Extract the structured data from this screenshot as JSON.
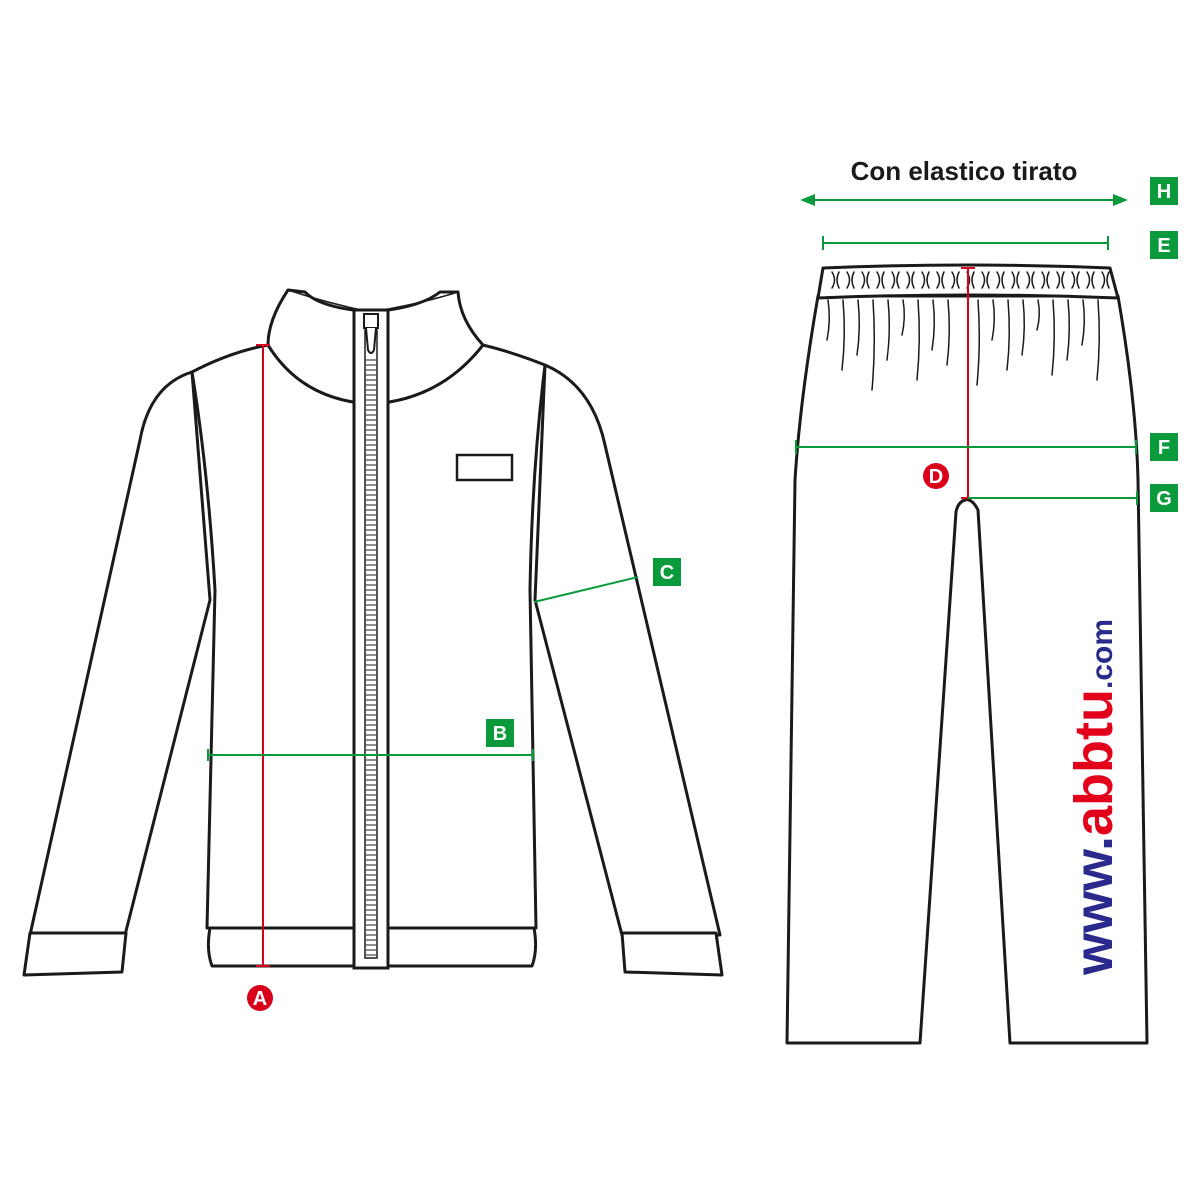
{
  "title": "Con elastico tirato",
  "colors": {
    "outline": "#1a1a1a",
    "red_measure": "#d9001b",
    "green_measure": "#0a9a3c",
    "logo_blue": "#2a2a8c",
    "logo_red": "#e2001a"
  },
  "labels": {
    "A": "A",
    "B": "B",
    "C": "C",
    "D": "D",
    "E": "E",
    "F": "F",
    "G": "G",
    "H": "H"
  },
  "logo": {
    "prefix": "www.",
    "brand": "abbtu",
    "suffix": ".com"
  }
}
